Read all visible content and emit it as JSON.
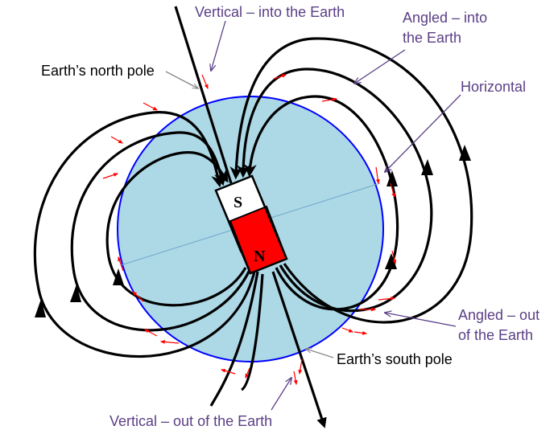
{
  "labels": {
    "vertical_in": "Vertical – into the Earth",
    "angled_in_1": "Angled – into",
    "angled_in_2": "the Earth",
    "north_pole": "Earth’s north pole",
    "horizontal": "Horizontal",
    "angled_out_1": "Angled – out",
    "angled_out_2": "of the Earth",
    "south_pole": "Earth’s south pole",
    "vertical_out": "Vertical – out of the Earth"
  },
  "magnet": {
    "south": "S",
    "north": "N"
  },
  "colors": {
    "earth_fill": "#add8e6",
    "earth_outline": "#0000ff",
    "north_pole_color": "#ff0000",
    "south_pole_color": "#ffffff",
    "field_line": "#000000",
    "compass_arrow": "#ff0000",
    "label_purple": "#5b3f86"
  }
}
